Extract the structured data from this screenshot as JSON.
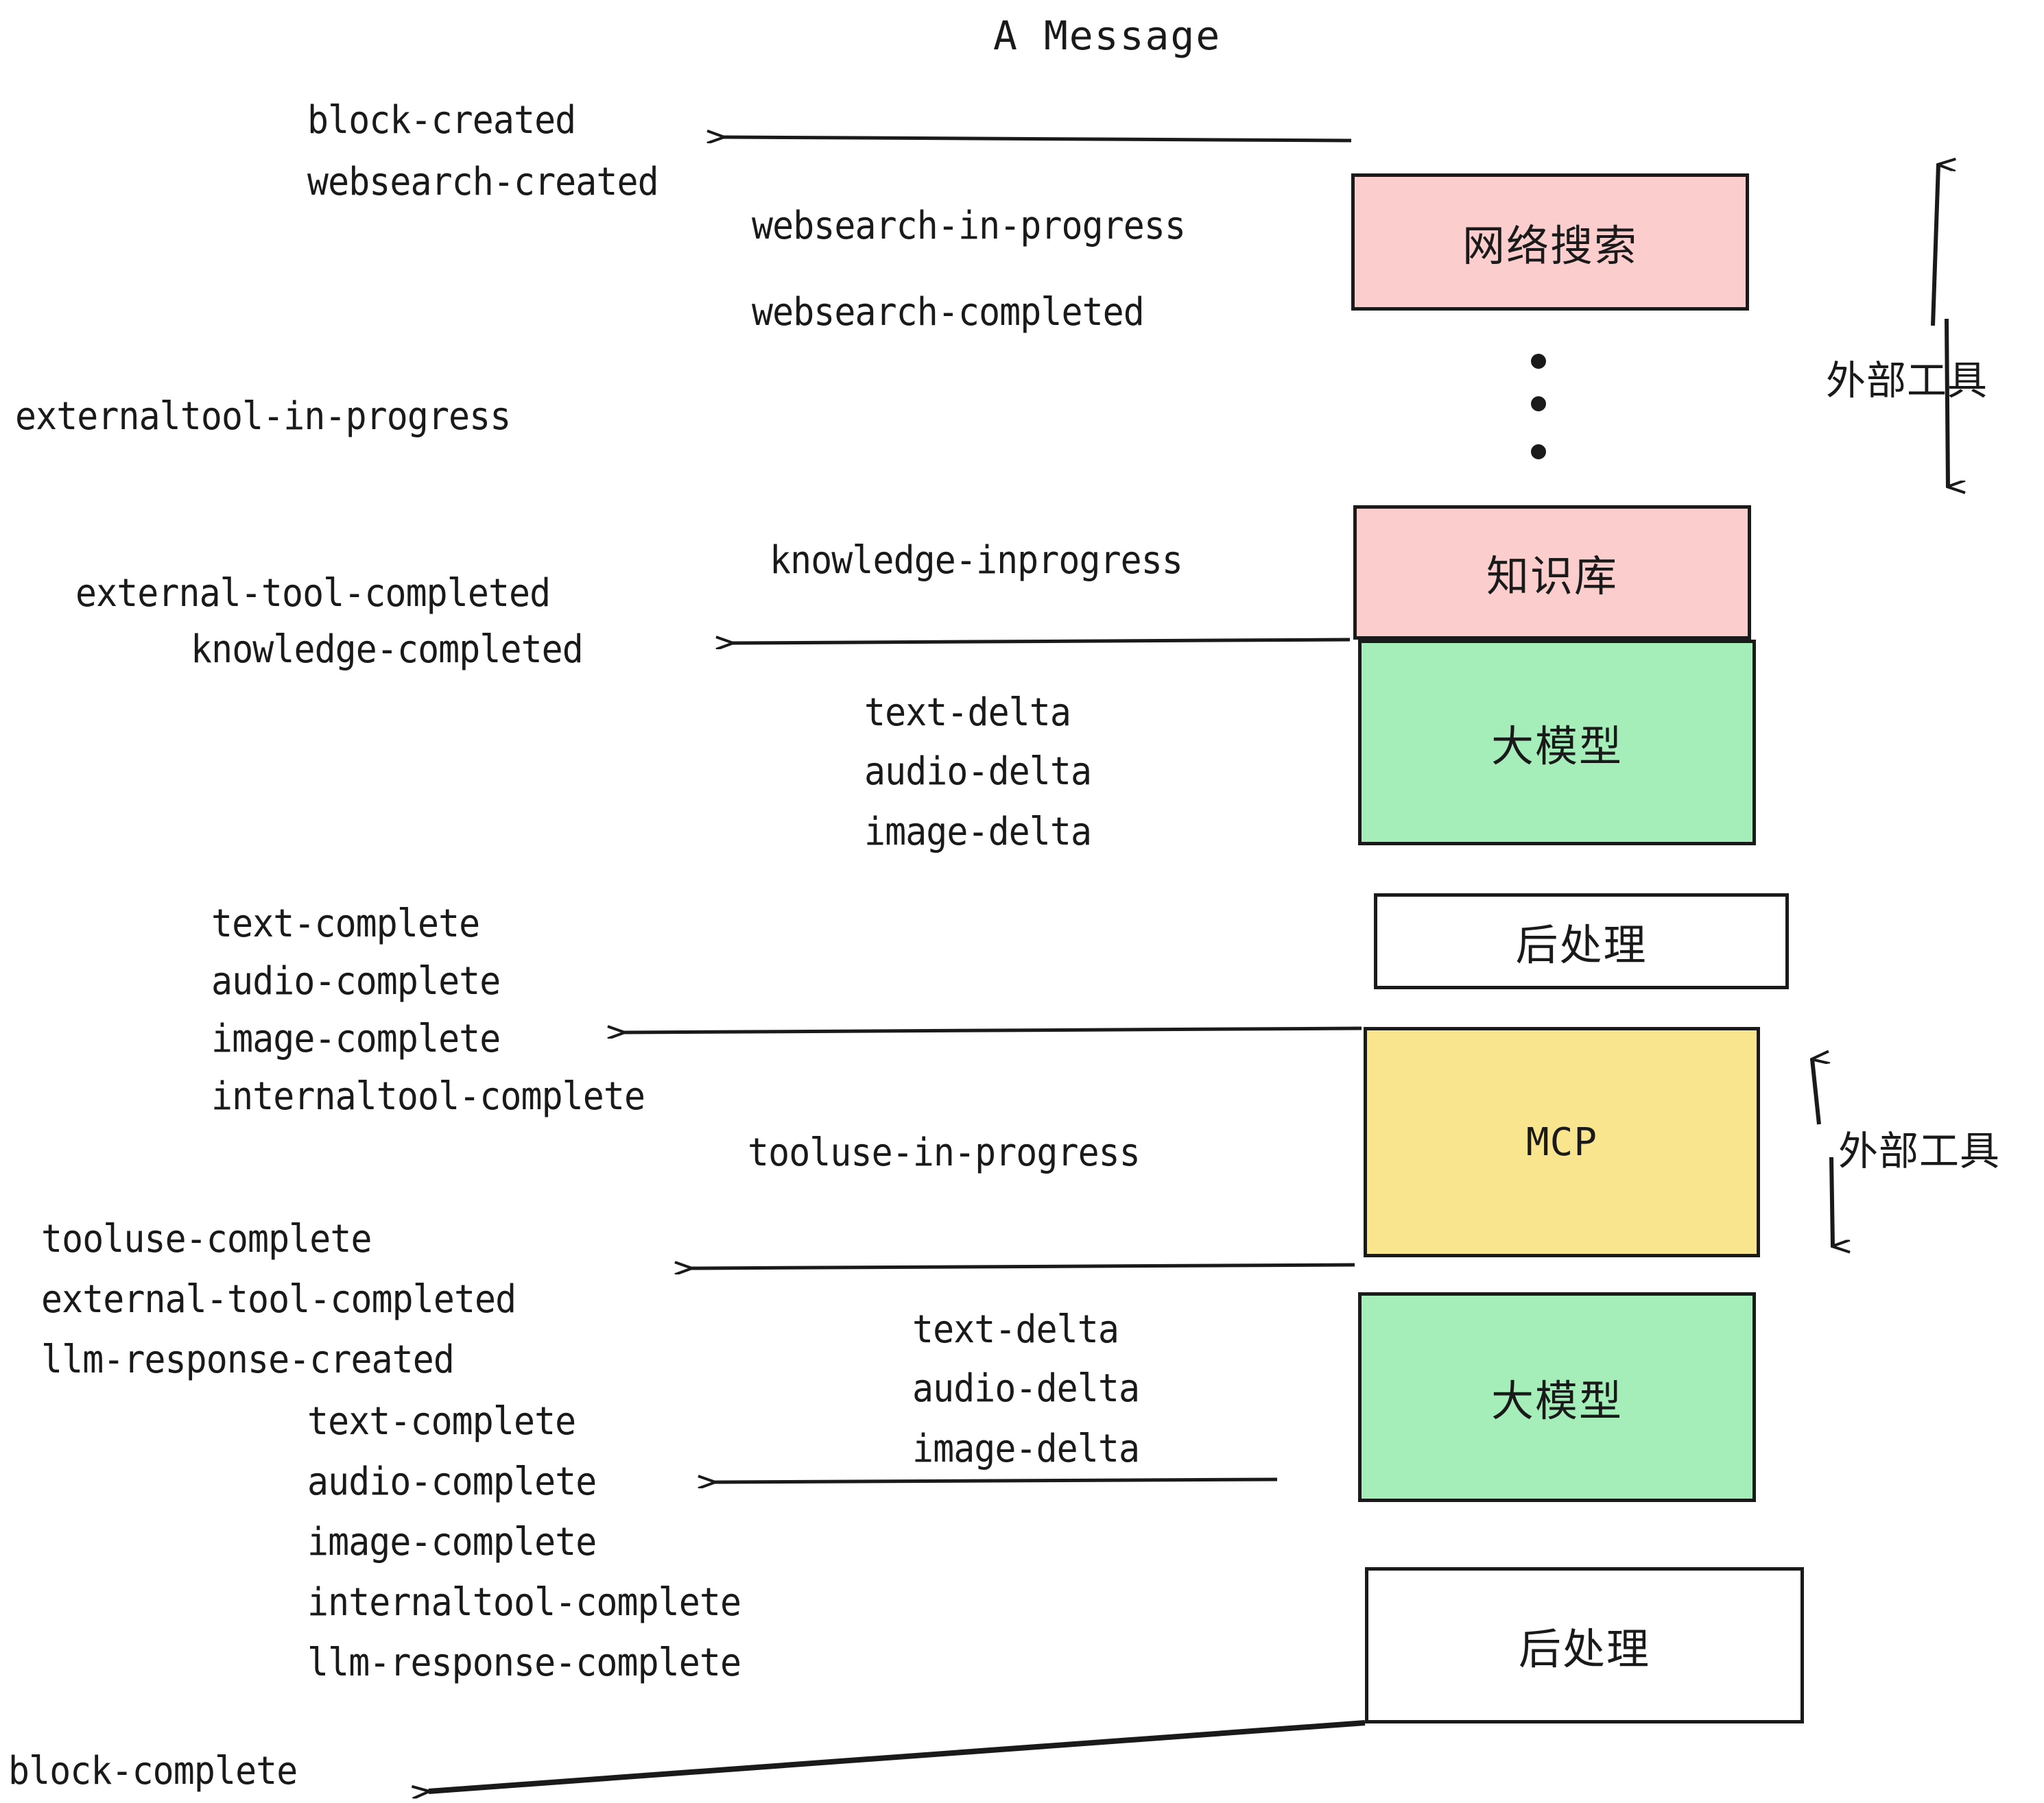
{
  "diagram": {
    "title": "A Message",
    "background": "#ffffff",
    "stroke": "#1a1a1a",
    "colors": {
      "pink": "#fbcdcd",
      "green": "#a5eeba",
      "yellow": "#fae58f",
      "white": "#ffffff",
      "text": "#1a1a1a"
    }
  },
  "boxes": [
    {
      "id": "websearch",
      "label": "网络搜索",
      "fill": "#fbcdcd"
    },
    {
      "id": "knowledge",
      "label": "知识库",
      "fill": "#fbcdcd"
    },
    {
      "id": "llm-top",
      "label": "大模型",
      "fill": "#a5eeba"
    },
    {
      "id": "postprocess-1",
      "label": "后处理",
      "fill": "#ffffff"
    },
    {
      "id": "mcp",
      "label": "MCP",
      "fill": "#fae58f"
    },
    {
      "id": "llm-bottom",
      "label": "大模型",
      "fill": "#a5eeba"
    },
    {
      "id": "postprocess-2",
      "label": "后处理",
      "fill": "#ffffff"
    }
  ],
  "group_labels": {
    "external_tool_top": "外部工具",
    "external_tool_bottom": "外部工具"
  },
  "events": {
    "block_created": "block-created",
    "websearch_created": "websearch-created",
    "websearch_in_progress": "websearch-in-progress",
    "websearch_completed": "websearch-completed",
    "externaltool_in_progress": "externaltool-in-progress",
    "knowledge_inprogress": "knowledge-inprogress",
    "external_tool_completed_1": "external-tool-completed",
    "knowledge_completed": "knowledge-completed",
    "text_delta_1": "text-delta",
    "audio_delta_1": "audio-delta",
    "image_delta_1": "image-delta",
    "text_complete_1": "text-complete",
    "audio_complete_1": "audio-complete",
    "image_complete_1": "image-complete",
    "internaltool_complete_1": "internaltool-complete",
    "tooluse_in_progress": "tooluse-in-progress",
    "tooluse_complete": "tooluse-complete",
    "external_tool_completed_2": "external-tool-completed",
    "llm_response_created": "llm-response-created",
    "text_delta_2": "text-delta",
    "audio_delta_2": "audio-delta",
    "image_delta_2": "image-delta",
    "text_complete_2": "text-complete",
    "audio_complete_2": "audio-complete",
    "image_complete_2": "image-complete",
    "internaltool_complete_2": "internaltool-complete",
    "llm_response_complete": "llm-response-complete",
    "block_complete": "block-complete"
  },
  "ellipsis": {
    "dots": 3
  }
}
